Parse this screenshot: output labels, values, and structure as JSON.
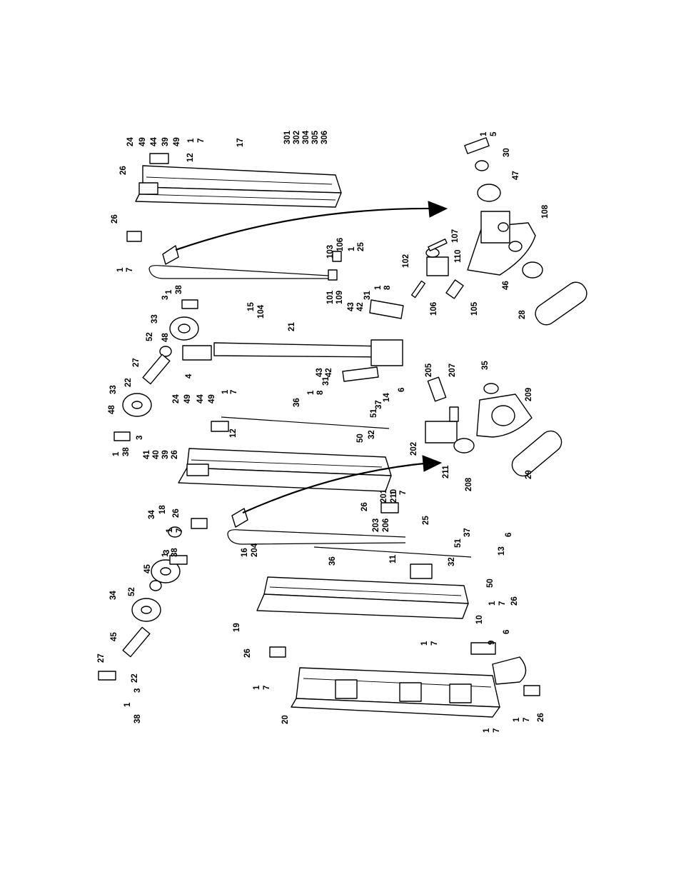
{
  "labels": [
    "24",
    "49",
    "44",
    "39",
    "49",
    "1",
    "7",
    "12",
    "17",
    "301",
    "302",
    "304",
    "305",
    "306",
    "1",
    "5",
    "30",
    "47",
    "108",
    "26",
    "26",
    "1",
    "7",
    "103",
    "106",
    "1",
    "25",
    "107",
    "102",
    "110",
    "15",
    "104",
    "101",
    "109",
    "1",
    "38",
    "3",
    "33",
    "48",
    "52",
    "27",
    "4",
    "21",
    "43",
    "42",
    "31",
    "1",
    "8",
    "106",
    "105",
    "46",
    "28",
    "43",
    "42",
    "31",
    "1",
    "8",
    "205",
    "207",
    "35",
    "209",
    "29",
    "208",
    "211",
    "202",
    "24",
    "49",
    "44",
    "49",
    "1",
    "7",
    "12",
    "36",
    "22",
    "33",
    "48",
    "3",
    "1",
    "38",
    "6",
    "14",
    "37",
    "51",
    "32",
    "50",
    "41",
    "40",
    "39",
    "26",
    "18",
    "26",
    "1",
    "7",
    "26",
    "201",
    "210",
    "203",
    "206",
    "25",
    "1",
    "7",
    "16",
    "204",
    "1",
    "38",
    "3",
    "45",
    "34",
    "52",
    "34",
    "45",
    "27",
    "22",
    "38",
    "3",
    "1",
    "36",
    "11",
    "51",
    "37",
    "6",
    "13",
    "32",
    "50",
    "1",
    "7",
    "26",
    "19",
    "26",
    "1",
    "7",
    "10",
    "6",
    "9",
    "1",
    "7",
    "20",
    "1",
    "7",
    "1",
    "7",
    "26"
  ]
}
